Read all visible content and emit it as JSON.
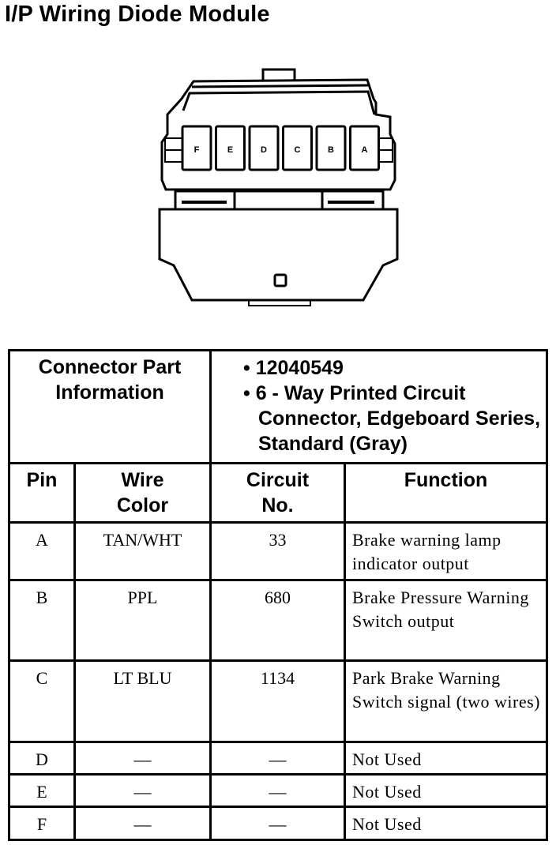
{
  "title": "I/P Wiring Diode Module",
  "connector_cavities": [
    "F",
    "E",
    "D",
    "C",
    "B",
    "A"
  ],
  "part_info": {
    "label_line1": "Connector Part",
    "label_line2": "Information",
    "items": [
      "• 12040549",
      "• 6 - Way Printed Circuit Connector, Edgeboard Series, Standard (Gray)"
    ]
  },
  "columns": {
    "pin": "Pin",
    "wire_color_l1": "Wire",
    "wire_color_l2": "Color",
    "circuit_l1": "Circuit",
    "circuit_l2": "No.",
    "function": "Function"
  },
  "rows": [
    {
      "pin": "A",
      "wire": "TAN/WHT",
      "circuit": "33",
      "function": "Brake warning lamp indicator output"
    },
    {
      "pin": "B",
      "wire": "PPL",
      "circuit": "680",
      "function": "Brake Pressure Warning Switch output"
    },
    {
      "pin": "C",
      "wire": "LT BLU",
      "circuit": "1134",
      "function": "Park Brake Warning Switch signal (two wires)"
    },
    {
      "pin": "D",
      "wire": "—",
      "circuit": "—",
      "function": "Not Used"
    },
    {
      "pin": "E",
      "wire": "—",
      "circuit": "—",
      "function": "Not Used"
    },
    {
      "pin": "F",
      "wire": "—",
      "circuit": "—",
      "function": "Not Used"
    }
  ]
}
